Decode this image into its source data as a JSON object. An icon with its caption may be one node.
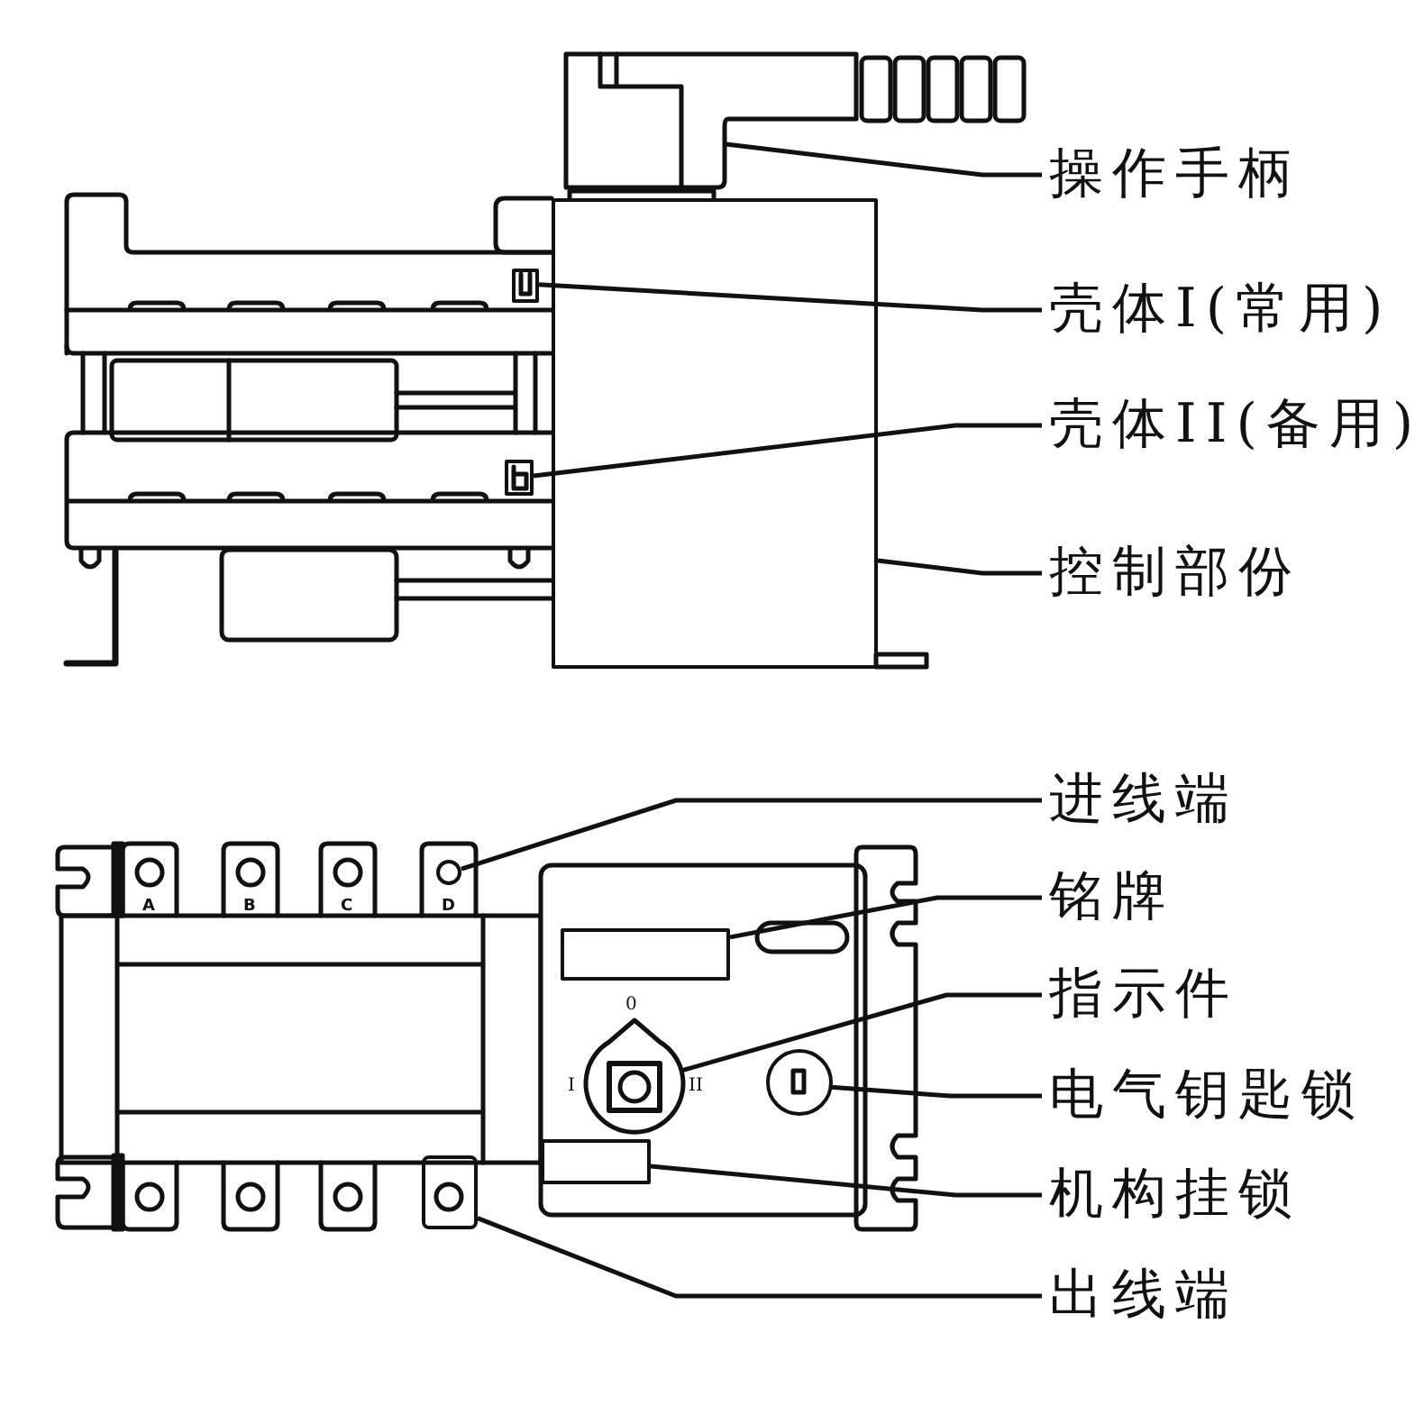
{
  "diagram": {
    "nodes": [
      {
        "text": [
          "操作手柄"
        ]
      },
      {
        "text": [
          "壳体I(常用)"
        ]
      },
      {
        "text": [
          "壳体II(备用)"
        ]
      },
      {
        "text": [
          "控制部份"
        ]
      },
      {
        "text": [
          "进线端"
        ]
      },
      {
        "text": [
          "铭牌"
        ]
      },
      {
        "text": [
          "指示件"
        ]
      },
      {
        "text": [
          "电气钥匙锁"
        ]
      },
      {
        "text": [
          "机构挂锁"
        ]
      },
      {
        "text": [
          "出线端"
        ]
      },
      {
        "text": [],
        "shape": "picture"
      },
      {
        "text": [],
        "shape": "box"
      },
      {
        "text": [],
        "shape": "box"
      },
      {
        "text": [],
        "shape": "box"
      },
      {
        "text": [],
        "shape": "circle"
      },
      {
        "text": [],
        "shape": "box"
      },
      {
        "text": [],
        "shape": "picture"
      },
      {
        "text": [],
        "shape": "circle"
      },
      {
        "text": [],
        "shape": "box"
      },
      {
        "text": [],
        "shape": "box"
      }
    ],
    "edges": [
      {
        "from": 0,
        "to": 10,
        "arrow": "none"
      },
      {
        "from": 1,
        "to": 11,
        "arrow": "none"
      },
      {
        "from": 2,
        "to": 12,
        "arrow": "none"
      },
      {
        "from": 3,
        "to": 13,
        "arrow": "none"
      },
      {
        "from": 4,
        "to": 14,
        "arrow": "none"
      },
      {
        "from": 5,
        "to": 15,
        "arrow": "none"
      },
      {
        "from": 6,
        "to": 16,
        "arrow": "none"
      },
      {
        "from": 7,
        "to": 17,
        "arrow": "none"
      },
      {
        "from": 8,
        "to": 18,
        "arrow": "none"
      },
      {
        "from": 9,
        "to": 19,
        "arrow": "none"
      }
    ],
    "labels": [
      "A",
      "B",
      "C",
      "D",
      "0",
      "I",
      "II"
    ]
  }
}
